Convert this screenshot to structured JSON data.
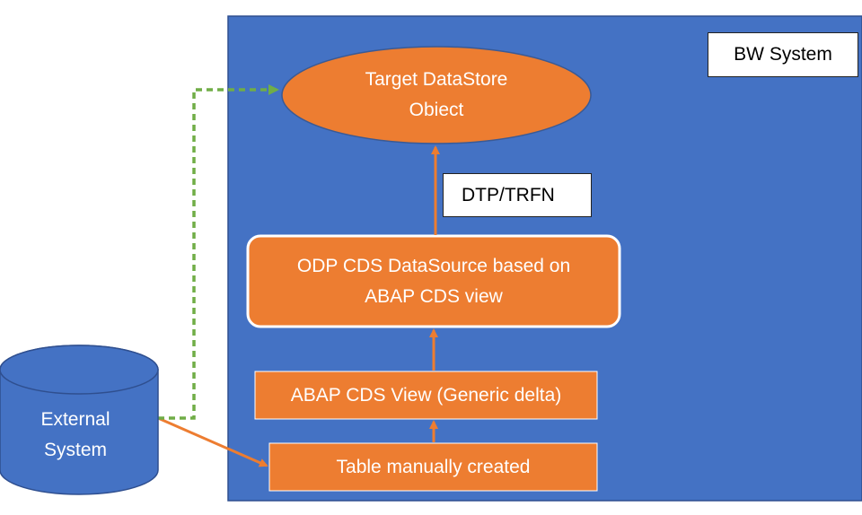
{
  "colors": {
    "system_fill": "#4472c4",
    "orange": "#ed7d31",
    "arrow_orange": "#ed7d31",
    "dashed_green": "#70ad47",
    "white": "#ffffff"
  },
  "bw_system": {
    "label": "BW System"
  },
  "nodes": {
    "target_dso": {
      "line1": "Target DataStore",
      "line2": "Obiect"
    },
    "dtp_trfn": {
      "label": "DTP/TRFN"
    },
    "odp_datasource": {
      "line1": "ODP CDS DataSource based on",
      "line2": "ABAP CDS view"
    },
    "abap_cds_view": {
      "label": "ABAP CDS View (Generic delta)"
    },
    "table": {
      "label": "Table manually created"
    },
    "external_system": {
      "line1": "External",
      "line2": "System"
    }
  }
}
